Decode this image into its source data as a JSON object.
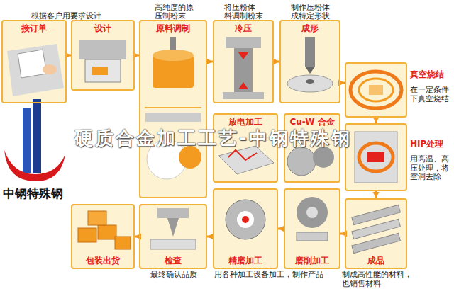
{
  "diagram": {
    "nodes": [
      {
        "text": [
          "接订单"
        ]
      },
      {
        "text": [
          "根据客户用要求设计",
          "设计"
        ]
      },
      {
        "text": [
          "高纯度的原 压制粉末",
          "原料调制"
        ]
      },
      {
        "text": [
          "将压粉体 料调制粉末",
          "冷压"
        ]
      },
      {
        "text": [
          "制作压粉体 成特定形状",
          "成形"
        ]
      },
      {
        "text": [
          "真空烧结",
          "在一定条件 下真空烧结"
        ]
      },
      {
        "text": [
          "HIP处理",
          "用高温、高 压处理，将 空洞去除"
        ]
      },
      {
        "text": [
          "成品",
          "制成高性能的材料， 也销售材料"
        ]
      },
      {
        "text": [
          "磨削加工"
        ]
      },
      {
        "text": [
          "精磨加工",
          "用各种加工设备加工，制作产品"
        ]
      },
      {
        "text": [
          "检查",
          "最终确认品质"
        ]
      },
      {
        "text": [
          "包装出货"
        ]
      },
      {
        "text": [
          "放电加工"
        ]
      },
      {
        "text": [
          "Cu-W 合金"
        ]
      }
    ],
    "edges": [
      {
        "from": 0,
        "to": 1,
        "arrow": "to"
      },
      {
        "from": 1,
        "to": 2,
        "arrow": "to"
      },
      {
        "from": 2,
        "to": 3,
        "arrow": "to"
      },
      {
        "from": 3,
        "to": 4,
        "arrow": "to"
      },
      {
        "from": 4,
        "to": 5,
        "arrow": "to"
      },
      {
        "from": 5,
        "to": 6,
        "arrow": "to"
      },
      {
        "from": 6,
        "to": 7,
        "arrow": "to"
      },
      {
        "from": 7,
        "to": 8,
        "arrow": "to"
      },
      {
        "from": 8,
        "to": 9,
        "arrow": "to"
      },
      {
        "from": 9,
        "to": 10,
        "arrow": "to"
      },
      {
        "from": 10,
        "to": 11,
        "arrow": "to"
      }
    ],
    "labels": [
      "硬质合金加工工艺-中钢特殊钢",
      "中钢特殊钢"
    ]
  }
}
